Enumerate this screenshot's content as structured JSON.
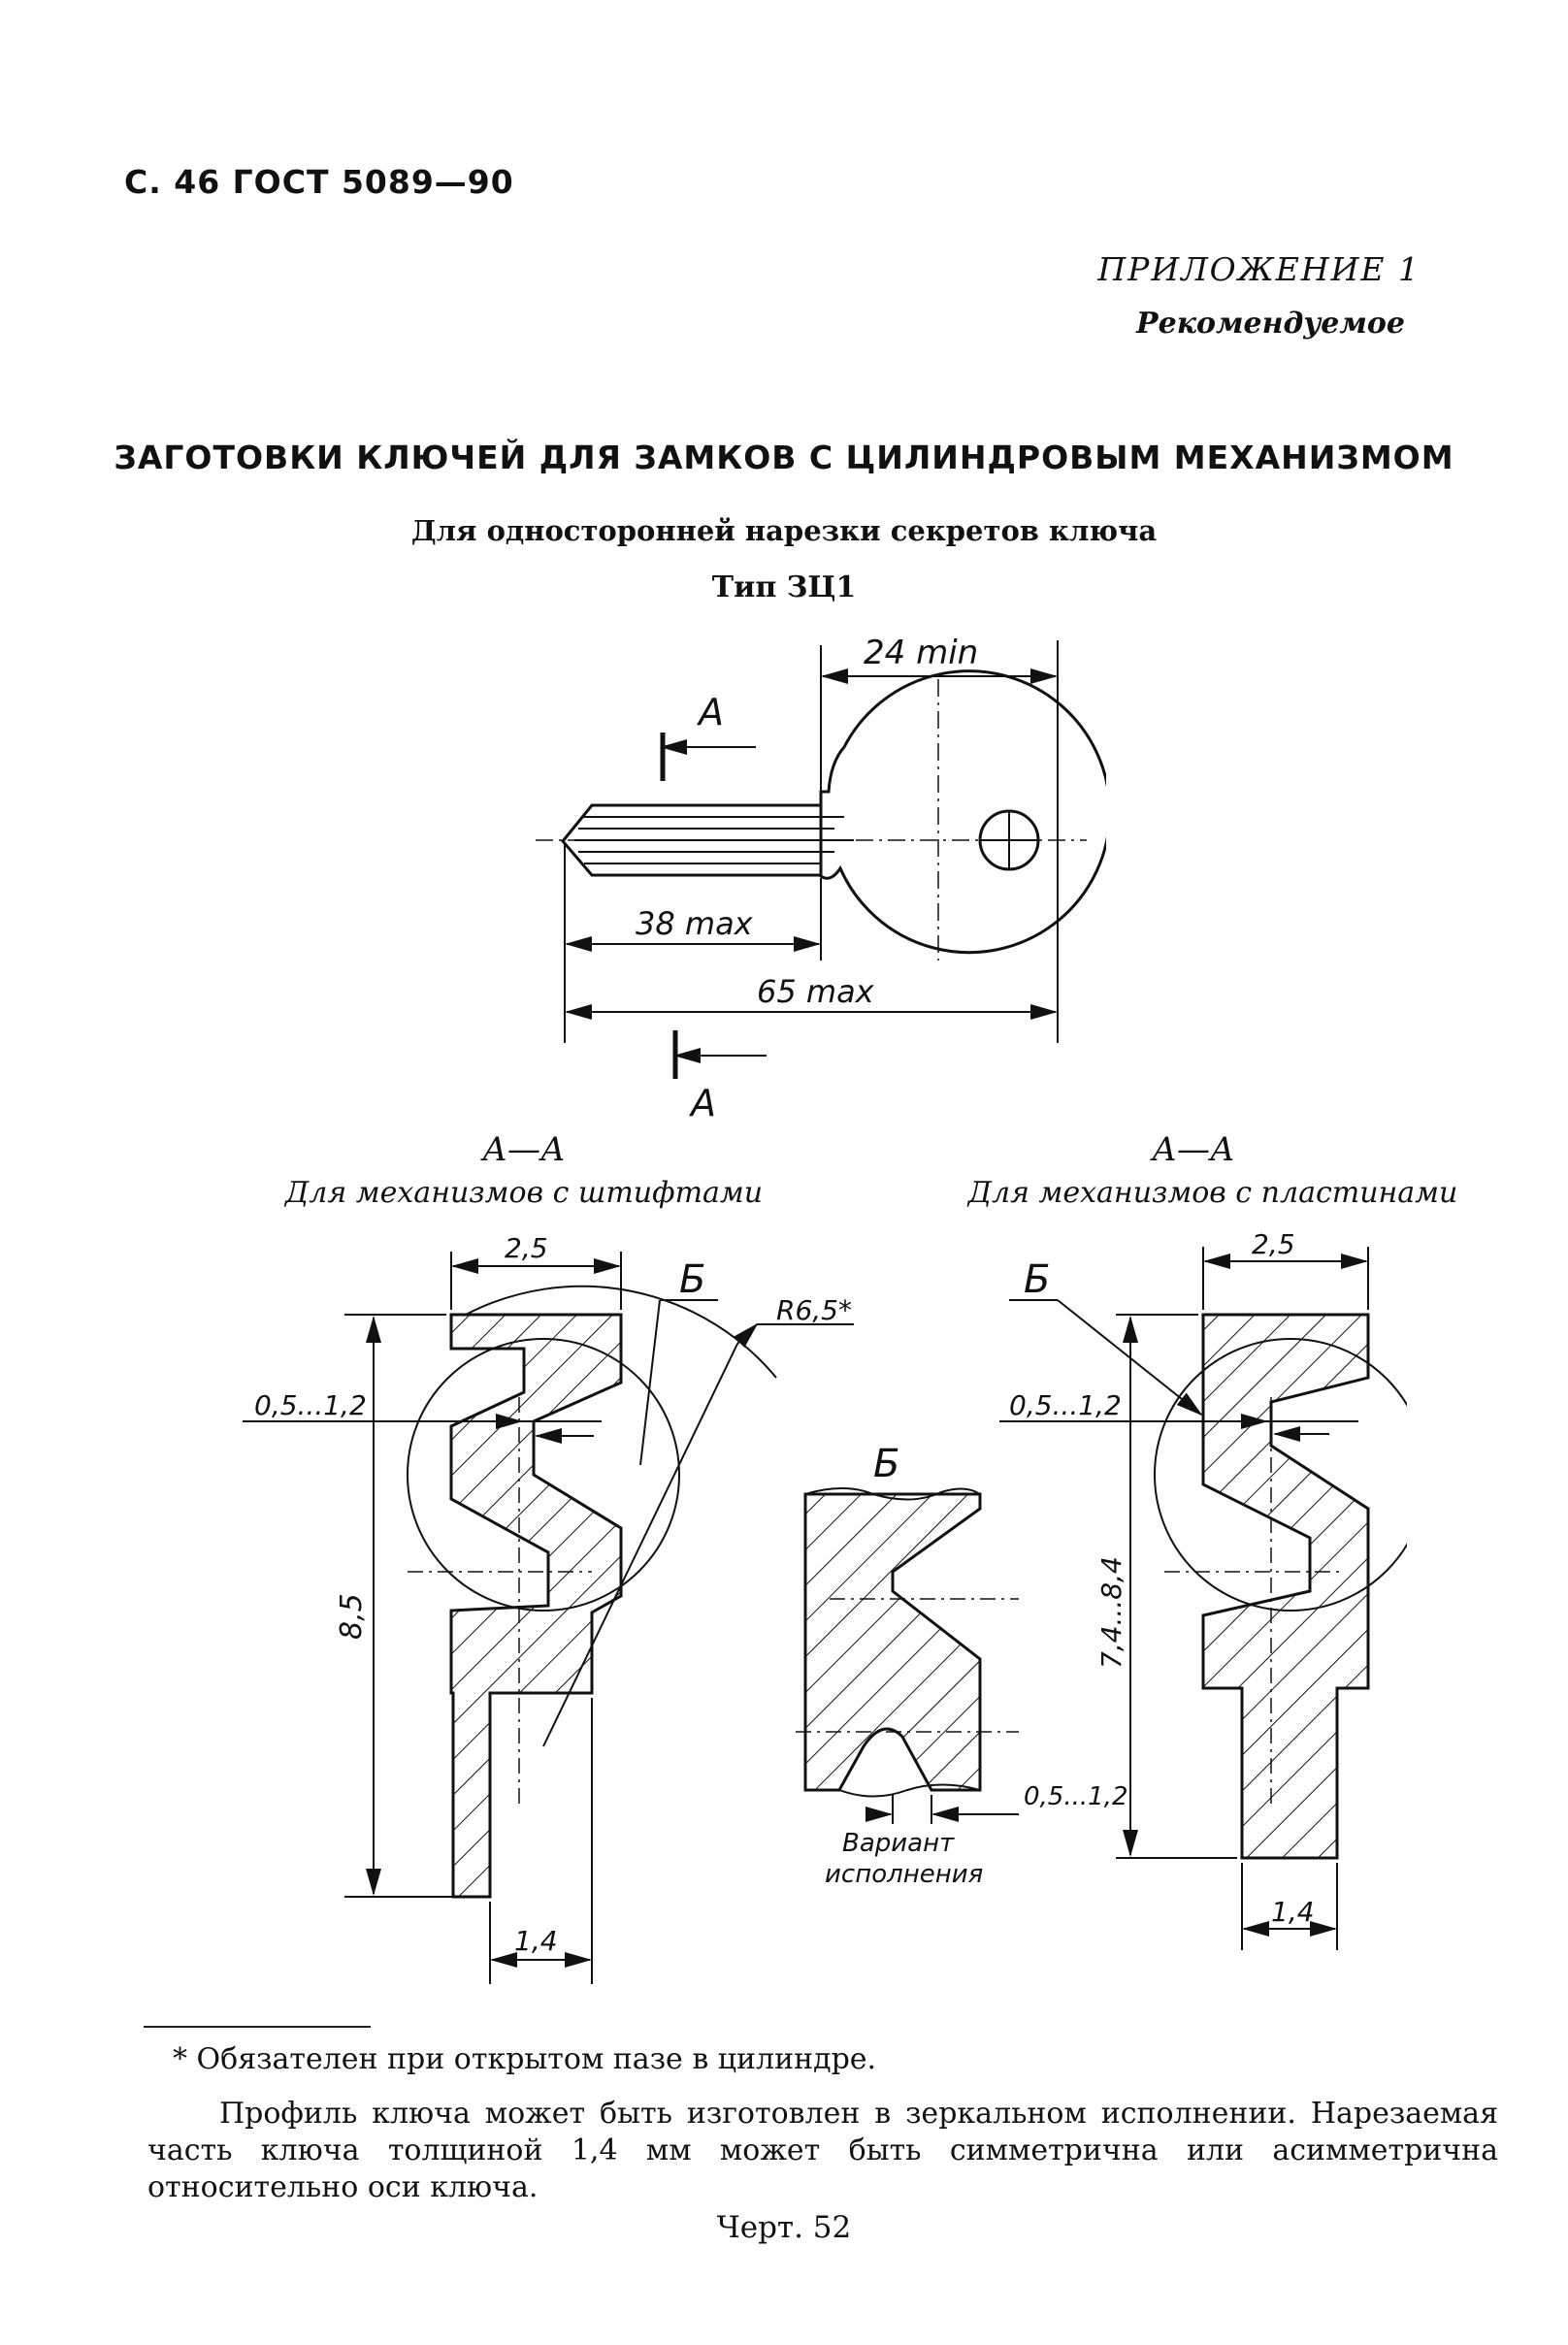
{
  "header": {
    "page_ref": "С. 46 ГОСТ 5089—90"
  },
  "appendix": {
    "title": "ПРИЛОЖЕНИЕ 1",
    "status": "Рекомендуемое"
  },
  "main_title": "ЗАГОТОВКИ КЛЮЧЕЙ ДЛЯ ЗАМКОВ С ЦИЛИНДРОВЫМ МЕХАНИЗМОМ",
  "subtitle": "Для односторонней нарезки секретов ключа",
  "type_label": "Тип ЗЦ1",
  "key_drawing": {
    "dim_top": "24 min",
    "dim_mid": "38 max",
    "dim_total": "65 max",
    "section_mark": "А"
  },
  "section_left": {
    "label": "А—А",
    "caption": "Для механизмов с штифтами",
    "dim_width": "2,5",
    "dim_offset": "0,5...1,2",
    "dim_height": "8,5",
    "dim_radius": "R6,5*",
    "dim_bottom": "1,4",
    "detail_mark": "Б"
  },
  "detail": {
    "label": "Б",
    "dim_offset": "0,5...1,2",
    "variant_line1": "Вариант",
    "variant_line2": "исполнения"
  },
  "section_right": {
    "label": "А—А",
    "caption": "Для механизмов с пластинами",
    "dim_width": "2,5",
    "dim_offset": "0,5...1,2",
    "dim_height": "7,4...8,4",
    "dim_bottom": "1,4",
    "detail_mark": "Б"
  },
  "footnote": "* Обязателен при открытом пазе в цилиндре.",
  "paragraph": "Профиль ключа может быть изготовлен в зеркальном исполнении. Нарезаемая часть ключа толщиной 1,4 мм может быть симметрична или асимметрична относительно оси ключа.",
  "caption": "Черт. 52"
}
